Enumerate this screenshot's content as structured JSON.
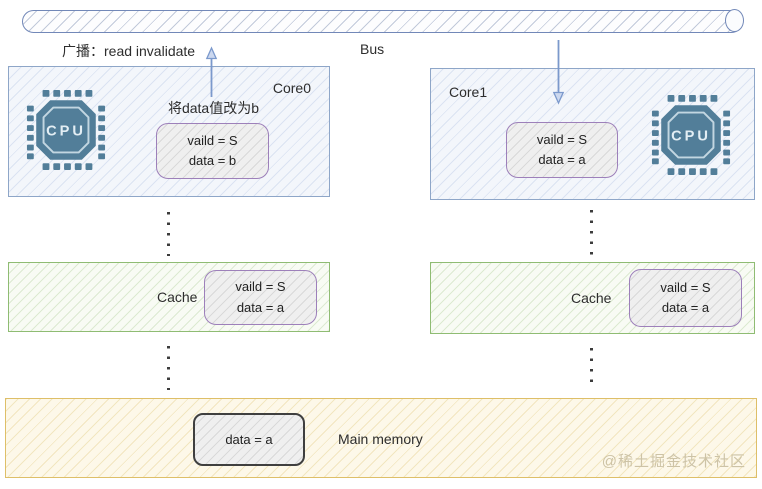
{
  "bus": {
    "label": "Bus"
  },
  "broadcast_label": "广播：read invalidate",
  "core0": {
    "label": "Core0",
    "cpu_label": "CPU",
    "action": "将data值改为b",
    "cache_line": {
      "line1": "vaild = S",
      "line2": "data = b"
    }
  },
  "core1": {
    "label": "Core1",
    "cpu_label": "CPU",
    "cache_line": {
      "line1": "vaild = S",
      "line2": "data = a"
    }
  },
  "cache0": {
    "label": "Cache",
    "cache_line": {
      "line1": "vaild = S",
      "line2": "data = a"
    }
  },
  "cache1": {
    "label": "Cache",
    "cache_line": {
      "line1": "vaild = S",
      "line2": "data = a"
    }
  },
  "memory": {
    "label": "Main memory",
    "cell": "data = a"
  },
  "watermark": "@稀土掘金技术社区",
  "colors": {
    "core_border": "#8ea6c8",
    "cache_border": "#8fbc73",
    "memory_border": "#debf68",
    "value_box_border": "#9d80ba",
    "memory_value_border": "#3f3f3f",
    "cpu_fill": "#527e99",
    "arrow": "#7b99cc",
    "bus_border": "#7288b8"
  }
}
